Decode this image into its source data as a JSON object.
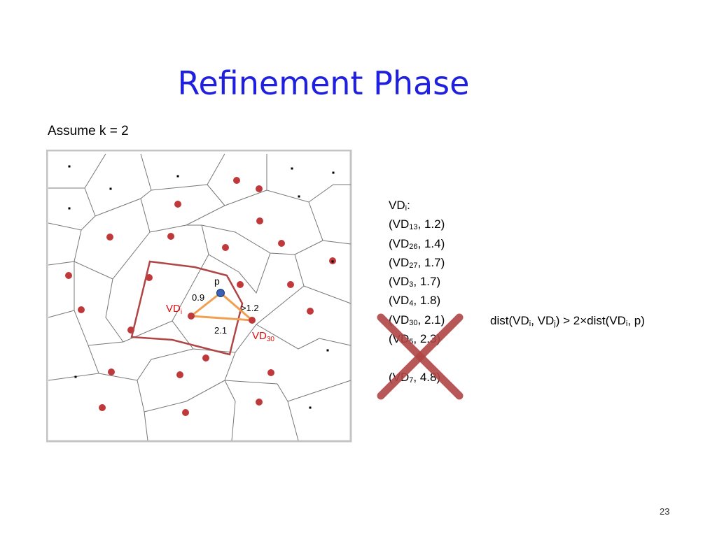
{
  "slide": {
    "title": "Refinement Phase",
    "assume": "Assume k = 2",
    "page_number": "23"
  },
  "diagram": {
    "labels": {
      "p": "p",
      "d_vdi_p": "0.9",
      "d_p_vd30": ">1.2",
      "d_vdi_vd30": "2.1",
      "vdi": "VD",
      "vdi_sub": "i",
      "vd30": "VD",
      "vd30_sub": "30"
    },
    "colors": {
      "site": "#c0393a",
      "query_point": "#3a62b0",
      "region_outline": "#b04545",
      "triangle": "#f0a050",
      "highlight_label": "#e01010",
      "cross": "#b04545"
    }
  },
  "candidate_list": {
    "header_main": "VD",
    "header_sub": "i",
    "header_tail": ":",
    "items": [
      {
        "open": "(VD",
        "sub": "13",
        "rest": ", 1.2)"
      },
      {
        "open": "(VD",
        "sub": "26",
        "rest": ", 1.4)"
      },
      {
        "open": "(VD",
        "sub": "27",
        "rest": ", 1.7)"
      },
      {
        "open": "(VD",
        "sub": "3",
        "rest": ", 1.7)"
      },
      {
        "open": "(VD",
        "sub": "4",
        "rest": ", 1.8)"
      },
      {
        "open": "(VD",
        "sub": "30",
        "rest": ", 2.1)"
      },
      {
        "open": "(VD",
        "sub": "5",
        "rest": ", 2.3)"
      }
    ],
    "ellipsis": ":",
    "last": {
      "open": "(VD",
      "sub": "7",
      "rest": ", 4.8)"
    }
  },
  "formula": {
    "a": "dist(VD",
    "a_sub": "i",
    "b": ", VD",
    "b_sub": "j",
    "c": ") > 2×dist(VD",
    "c_sub": "i",
    "d": ", p)"
  }
}
